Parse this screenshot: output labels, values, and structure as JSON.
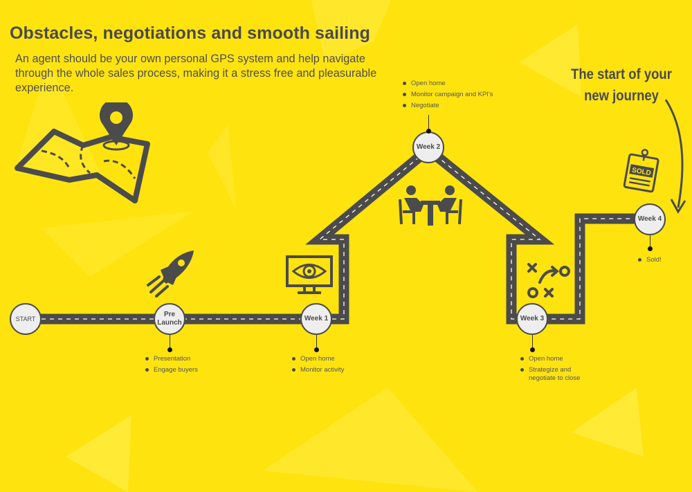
{
  "header": {
    "title": "Obstacles, negotiations and smooth sailing",
    "subtitle": "An agent should be your own personal GPS system and help navigate through the whole sales process, making it a stress free and pleasurable experience."
  },
  "tagline": {
    "line1": "The start of your",
    "line2": "new journey"
  },
  "colors": {
    "background": "#FFE30F",
    "road": "#4B4B4B",
    "node_fill": "#EEEEEE",
    "text": "#4A4A4A"
  },
  "nodes": {
    "start": {
      "label": "START"
    },
    "prelaunch": {
      "label_line1": "Pre",
      "label_line2": "Launch",
      "bullets": [
        "Presentation",
        "Engage buyers"
      ]
    },
    "week1": {
      "label": "Week 1",
      "bullets": [
        "Open home",
        "Monitor activity"
      ]
    },
    "week2": {
      "label": "Week 2",
      "bullets": [
        "Open home",
        "Monitor campaign and KPI's",
        "Negotiate"
      ]
    },
    "week3": {
      "label": "Week 3",
      "bullets": [
        "Open home",
        "Strategize and negotiate to close"
      ]
    },
    "week4": {
      "label": "Week 4",
      "bullets": [
        "Sold!"
      ]
    }
  },
  "icons": {
    "map": "map-pin-icon",
    "rocket": "rocket-icon",
    "monitor": "monitor-eye-icon",
    "meeting": "meeting-icon",
    "strategy": "strategy-play-icon",
    "sold": "sold-tag-icon",
    "sold_text": "SOLD",
    "arrow": "curved-arrow-icon"
  }
}
